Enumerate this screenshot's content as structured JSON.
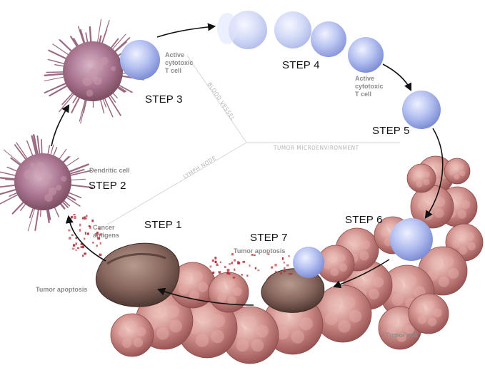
{
  "steps": {
    "step1": "STEP 1",
    "step2": "STEP 2",
    "step3": "STEP 3",
    "step4": "STEP 4",
    "step5": "STEP 5",
    "step6": "STEP 6",
    "step7": "STEP 7"
  },
  "labels": {
    "active_tcell_top": [
      "Active",
      "cytotoxic",
      "T cell"
    ],
    "active_tcell_right": [
      "Active",
      "cytotoxic",
      "T cell"
    ],
    "dendritic_cell": "Dendritic cell",
    "cancer_antigens": [
      "Cancer",
      "antigens"
    ],
    "tumor_apoptosis_step7": "Tumor apoptosis",
    "tumor_apoptosis_left": "Tumor apoptosis",
    "tumor_cell": "Tumor cell"
  },
  "zones": {
    "blood_vessel": "BLOOD VESSEL",
    "lymph_node": "LYMPH NODE",
    "tumor_microenvironment": "TUMOR MICROENVIRONMENT"
  },
  "colors": {
    "tcell": "#a9b6ea",
    "dendritic": "#a8748e",
    "tumor": "#c98583",
    "dead_tumor": "#7d5d55",
    "antigen_dots": "#b22a33",
    "arrow": "#111111"
  }
}
